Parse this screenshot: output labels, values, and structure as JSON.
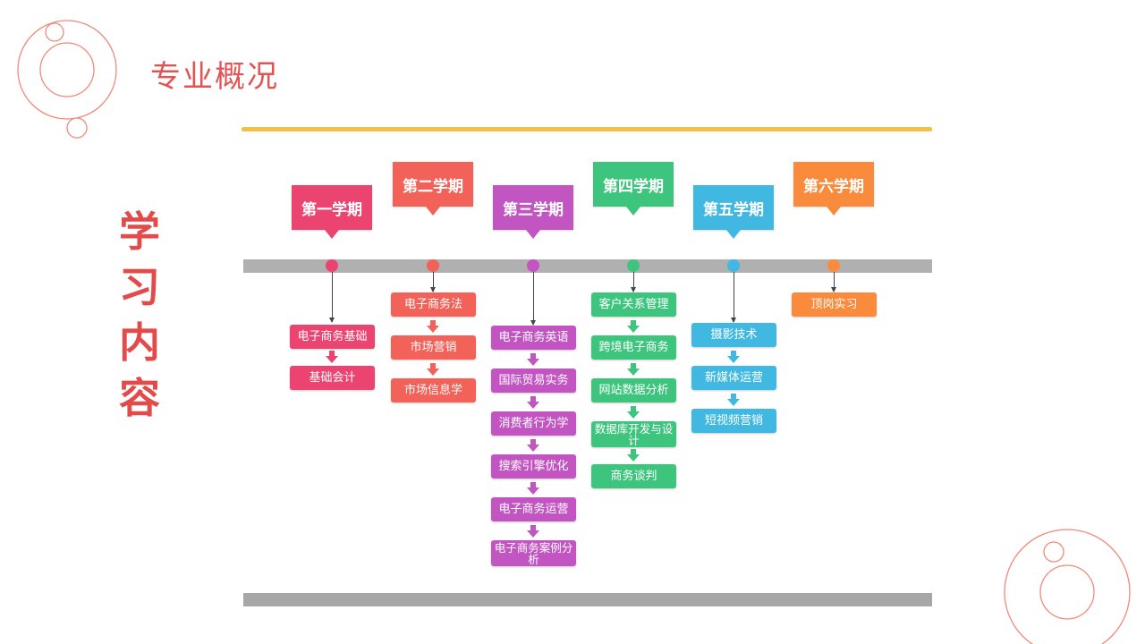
{
  "header": {
    "title": "专业概况"
  },
  "side_label": "学习内容",
  "colors": {
    "sem1": "#ec4470",
    "sem2": "#f26258",
    "sem3": "#c355c3",
    "sem4": "#3ec57d",
    "sem5": "#40b8e2",
    "sem6": "#fa8a3c",
    "title": "#e05454",
    "top_rule": "#f5c04a",
    "timeline": "#b0b0b0"
  },
  "semesters": [
    {
      "label": "第一学期",
      "courses": [
        "电子商务基础",
        "基础会计"
      ]
    },
    {
      "label": "第二学期",
      "courses": [
        "电子商务法",
        "市场营销",
        "市场信息学"
      ]
    },
    {
      "label": "第三学期",
      "courses": [
        "电子商务英语",
        "国际贸易实务",
        "消费者行为学",
        "搜索引擎优化",
        "电子商务运营",
        "电子商务案例分析"
      ]
    },
    {
      "label": "第四学期",
      "courses": [
        "客户关系管理",
        "跨境电子商务",
        "网站数据分析",
        "数据库开发与设计",
        "商务谈判"
      ]
    },
    {
      "label": "第五学期",
      "courses": [
        "摄影技术",
        "新媒体运营",
        "短视频营销"
      ]
    },
    {
      "label": "第六学期",
      "courses": [
        "顶岗实习"
      ]
    }
  ]
}
